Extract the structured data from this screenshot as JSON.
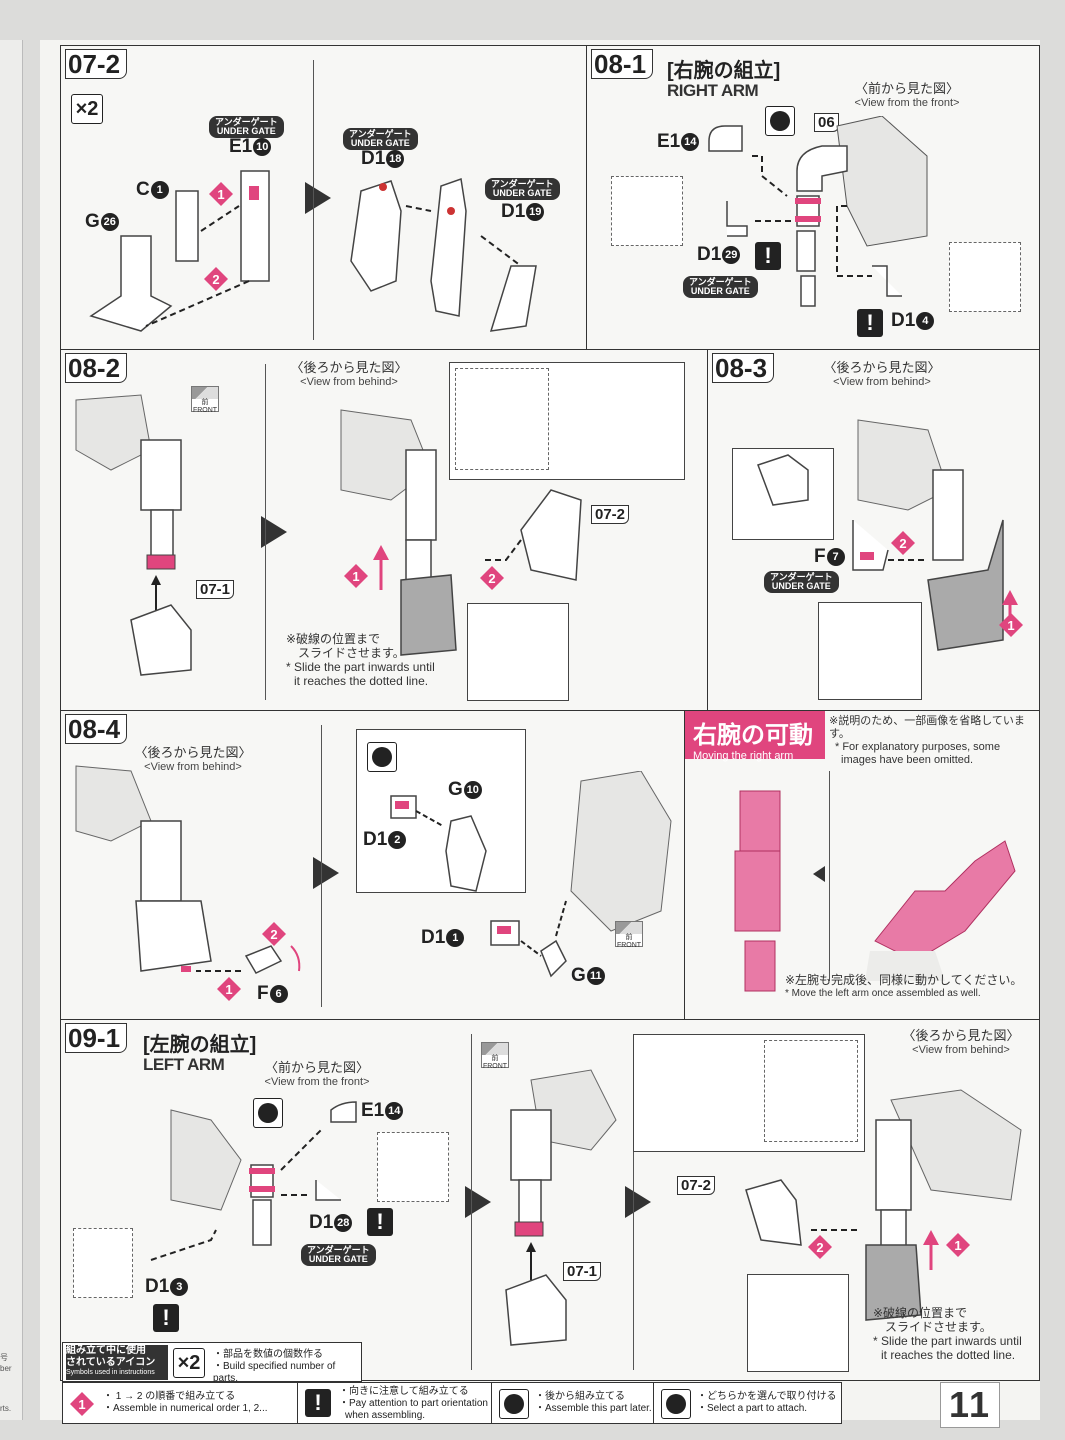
{
  "edge": {
    "texts": [
      "号",
      "ber",
      "rts."
    ]
  },
  "steps": {
    "s07_2": {
      "label": "07-2",
      "x2": "×2",
      "c1": "C",
      "c1_num": "1",
      "g26": "G",
      "g26_num": "26",
      "e1_10": "E1",
      "e1_10_num": "10",
      "d1_18": "D1",
      "d1_18_num": "18",
      "d1_19": "D1",
      "d1_19_num": "19",
      "ug_jp": "アンダーゲート",
      "ug_en": "UNDER GATE",
      "order1": "1",
      "order2": "2"
    },
    "s08_1": {
      "label": "08-1",
      "title_jp": "[右腕の組立]",
      "title_en": "RIGHT ARM",
      "view_jp": "〈前から見た図〉",
      "view_en": "<View from the front>",
      "ref": "06",
      "e1_14": "E1",
      "e1_14_num": "14",
      "d1_29": "D1",
      "d1_29_num": "29",
      "d1_4": "D1",
      "d1_4_num": "4",
      "ug_jp": "アンダーゲート",
      "ug_en": "UNDER GATE",
      "warn": "!"
    },
    "s08_2": {
      "label": "08-2",
      "view_jp": "〈後ろから見た図〉",
      "view_en": "<View from behind>",
      "ref_a": "07-1",
      "ref_b": "07-2",
      "front_jp": "前",
      "front_en": "FRONT",
      "note_jp1": "※破線の位置まで",
      "note_jp2": "スライドさせます。",
      "note_en1": "* Slide the part inwards until",
      "note_en2": "it reaches the dotted line.",
      "order1": "1",
      "order2": "2"
    },
    "s08_3": {
      "label": "08-3",
      "view_jp": "〈後ろから見た図〉",
      "view_en": "<View from behind>",
      "f7": "F",
      "f7_num": "7",
      "ug_jp": "アンダーゲート",
      "ug_en": "UNDER GATE",
      "order1": "1",
      "order2": "2"
    },
    "s08_4": {
      "label": "08-4",
      "view_jp": "〈後ろから見た図〉",
      "view_en": "<View from behind>",
      "f6": "F",
      "f6_num": "6",
      "g10": "G",
      "g10_num": "10",
      "d1_2": "D1",
      "d1_2_num": "2",
      "d1_1": "D1",
      "d1_1_num": "1",
      "g11": "G",
      "g11_num": "11",
      "front_jp": "前",
      "front_en": "FRONT",
      "order1": "1",
      "order2": "2"
    },
    "moving": {
      "title_jp": "右腕の可動",
      "title_en": "Moving the right arm",
      "note_jp": "※説明のため、一部画像を省略しています。",
      "note_en1": "* For explanatory purposes, some",
      "note_en2": "images have been omitted.",
      "foot_jp": "※左腕も完成後、同様に動かしてください。",
      "foot_en": "* Move the left arm once assembled as well."
    },
    "s09_1": {
      "label": "09-1",
      "title_jp": "[左腕の組立]",
      "title_en": "LEFT ARM",
      "view_jp": "〈前から見た図〉",
      "view_en": "<View from the front>",
      "e1_14": "E1",
      "e1_14_num": "14",
      "d1_28": "D1",
      "d1_28_num": "28",
      "d1_3": "D1",
      "d1_3_num": "3",
      "ug_jp": "アンダーゲート",
      "ug_en": "UNDER GATE",
      "ref_a": "07-1",
      "ref_b": "07-2",
      "front_jp": "前",
      "front_en": "FRONT",
      "view2_jp": "〈後ろから見た図〉",
      "view2_en": "<View from behind>",
      "note_jp1": "※破線の位置まで",
      "note_jp2": "スライドさせます。",
      "note_en1": "* Slide the part inwards until",
      "note_en2": "it reaches the dotted line.",
      "order1": "1",
      "order2": "2",
      "warn": "!"
    }
  },
  "legend": {
    "title_jp1": "組み立て中に使用",
    "title_jp2": "されているアイコン",
    "title_en": "Symbols used in instructions",
    "x2_jp": "・部品を数値の個数作る",
    "x2_en": "・Build specified number of parts.",
    "order_jp": "・ 1 → 2 の順番で組み立てる",
    "order_en": "・Assemble in numerical order 1, 2...",
    "warn_jp": "・向きに注意して組み立てる",
    "warn_en1": "・Pay attention to part orientation",
    "warn_en2": "when assembling.",
    "later_jp": "・後から組み立てる",
    "later_en": "・Assemble this part later.",
    "select_jp": "・どちらかを選んで取り付ける",
    "select_en": "・Select a part to attach."
  },
  "page_number": "11",
  "colors": {
    "accent_pink": "#e0457e",
    "ink": "#222222",
    "paper": "#f4f4f2"
  }
}
